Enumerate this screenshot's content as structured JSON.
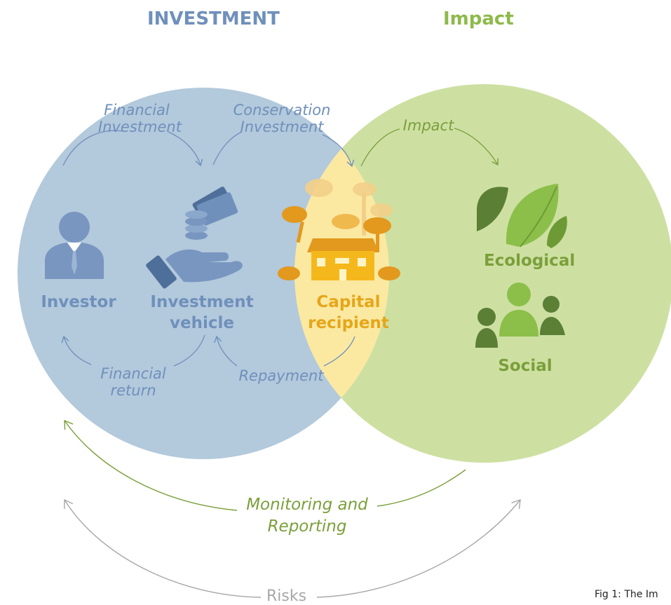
{
  "headings": {
    "investment": "INVESTMENT",
    "impact": "Impact"
  },
  "nodes": {
    "investor": "Investor",
    "vehicle_line1": "Investment",
    "vehicle_line2": "vehicle",
    "recipient_line1": "Capital",
    "recipient_line2": "recipient",
    "ecological": "Ecological",
    "social": "Social"
  },
  "flows": {
    "financial_investment_1": "Financial",
    "financial_investment_2": "Investment",
    "conservation_investment_1": "Conservation",
    "conservation_investment_2": "Investment",
    "impact": "Impact",
    "financial_return_1": "Financial",
    "financial_return_2": "return",
    "repayment": "Repayment"
  },
  "monitoring": {
    "line1": "Monitoring and",
    "line2": "Reporting"
  },
  "risks": "Risks",
  "caption": "Fig 1: The Im",
  "colors": {
    "investment_circle": "#b3c9dc",
    "impact_circle": "#cde0a2",
    "overlap": "#fbe9a2",
    "investment_text": "#6f90bb",
    "impact_text": "#7b9f3b",
    "recipient_text": "#e6a61a",
    "risks_gray": "#a8a8a8"
  },
  "icons": [
    "investor-icon",
    "hand-money-icon",
    "house-trees-icon",
    "leaves-icon",
    "people-icon"
  ]
}
